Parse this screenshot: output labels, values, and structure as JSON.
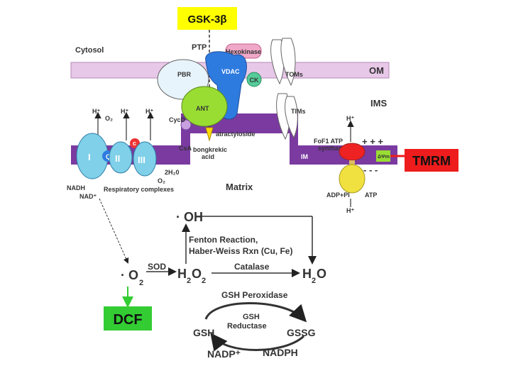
{
  "mito": {
    "gsk": "GSK-3β",
    "cytosol": "Cytosol",
    "ptp": "PTP",
    "hexokinase": "Hexokinase",
    "vdac": "VDAC",
    "pbr": "PBR",
    "ck": "CK",
    "toms": "TOMs",
    "om": "OM",
    "ims": "IMS",
    "ant": "ANT",
    "timss": "TIMs",
    "cycd": "CycD",
    "atractyloside": "atractyloside",
    "bongkrekic": "bongkrekic",
    "acid": "acid",
    "csa": "CsA",
    "o2_top": "O₂",
    "h_plus": "H⁺",
    "complex_1": "I",
    "complex_q": "Q",
    "complex_2": "II",
    "complex_3": "III",
    "cyt_c": "c",
    "h2o_label": "2H₂0",
    "o2_bottom": "O₂",
    "nadh": "NADH",
    "nad_plus": "NAD⁺",
    "respiratory": "Respiratory complexes",
    "matrix": "Matrix",
    "im": "IM",
    "f0f1": "FoF1 ATP",
    "synthase": "synthase",
    "plus_signs": "+ + +",
    "minus_signs": "- - -",
    "adp_pi": "ADP+PI",
    "atp": "ATP",
    "delta_psi": "ΔΨm"
  },
  "tmrm": "TMRM",
  "ros": {
    "oh": "· OH",
    "fenton": "Fenton Reaction,",
    "haber": "Haber-Weiss Rxn (Cu, Fe)",
    "sod": "SOD",
    "o2_radical": "· O",
    "o2_sub": "2",
    "h2o2_main": "H",
    "h2o2_sub1": "2",
    "h2o2_mid": "O",
    "h2o2_sub2": "2",
    "catalase": "Catalase",
    "h2o_main": "H",
    "h2o_sub": "2",
    "h2o_end": "O",
    "gsh_peroxidase": "GSH Peroxidase",
    "gsh_reductase_1": "GSH",
    "gsh_reductase_2": "Reductase",
    "gsh": "GSH",
    "gssg": "GSSG",
    "nadp_plus": "NADP⁺",
    "nadph": "NADPH"
  },
  "dcf": "DCF",
  "colors": {
    "gsk_bg": "#ffff00",
    "tmrm_bg": "#ee1c1c",
    "dcf_bg": "#33cc33",
    "membrane": "#e8c8e8",
    "inner_membrane": "#7a3aa0",
    "vdac": "#2e7be0",
    "ant": "#99dd33",
    "complex": "#7fd0e8"
  }
}
